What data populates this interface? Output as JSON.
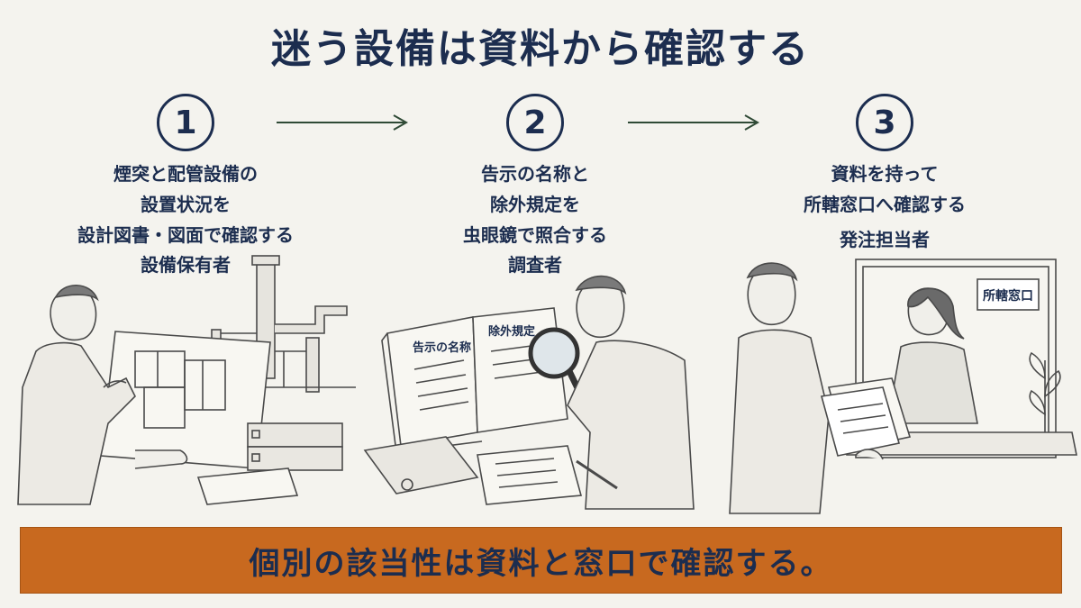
{
  "title": "迷う設備は資料から確認する",
  "steps": [
    {
      "number": "1",
      "lines": [
        "煙突と配管設備の",
        "設置状況を",
        "設計図書・図面で確認する"
      ],
      "role": "設備保有者"
    },
    {
      "number": "2",
      "lines": [
        "告示の名称と",
        "除外規定を",
        "虫眼鏡で照合する"
      ],
      "role": "調査者",
      "book_labels": [
        "告示の名称",
        "除外規定"
      ]
    },
    {
      "number": "3",
      "lines": [
        "資料を持って",
        "所轄窓口へ確認する"
      ],
      "role": "発注担当者",
      "sign_label": "所轄窓口"
    }
  ],
  "banner": "個別の該当性は資料と窓口で確認する。",
  "colors": {
    "accent": "#c8691f",
    "text": "#1c2d4f",
    "background": "#f4f3ee"
  }
}
